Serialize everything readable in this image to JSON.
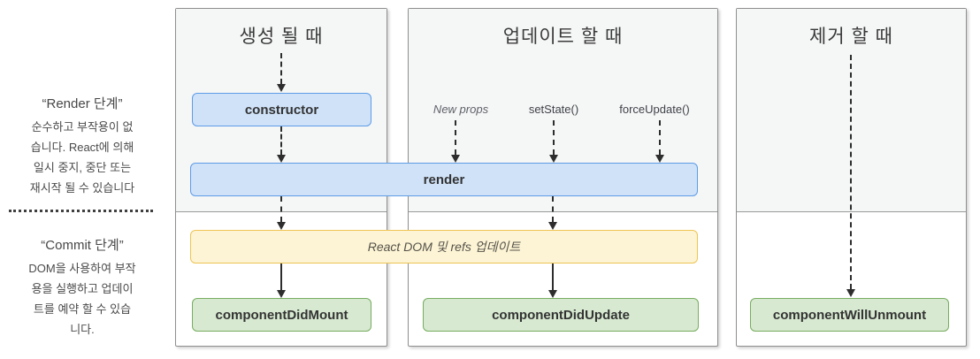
{
  "sidebar": {
    "render_phase": {
      "title": "“Render 단계”",
      "lines": [
        "순수하고 부작용이 없",
        "습니다. React에 의해",
        "일시 중지, 중단 또는",
        "재시작 될 수 있습니다"
      ]
    },
    "commit_phase": {
      "title": "“Commit 단계”",
      "lines": [
        "DOM을 사용하여 부작",
        "용을 실행하고 업데이",
        "트를 예약 할 수 있습",
        "니다."
      ]
    }
  },
  "columns": {
    "mount": {
      "title": "생성 될 때",
      "nodes": {
        "constructor": "constructor",
        "did_mount": "componentDidMount"
      }
    },
    "update": {
      "title": "업데이트 할 때",
      "triggers": {
        "new_props": "New props",
        "set_state": "setState()",
        "force_update": "forceUpdate()"
      },
      "nodes": {
        "did_update": "componentDidUpdate"
      }
    },
    "unmount": {
      "title": "제거 할 때",
      "nodes": {
        "will_unmount": "componentWillUnmount"
      }
    }
  },
  "shared_nodes": {
    "render": "render",
    "dom_update": "React DOM 및 refs 업데이트"
  },
  "colors": {
    "blue_fill": "#cfe2f8",
    "blue_border": "#5e9ce7",
    "yellow_fill": "#fdf4d5",
    "yellow_border": "#eec553",
    "green_fill": "#d7e9d0",
    "green_border": "#77ad60",
    "render_phase_bg": "#f5f6f6",
    "panel_border": "#8f8f8f",
    "arrow": "#2d2d2d"
  }
}
